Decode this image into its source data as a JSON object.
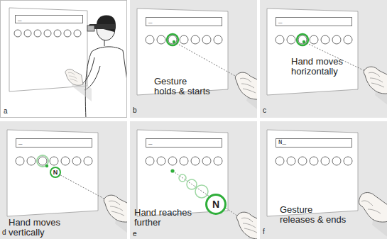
{
  "diagram": {
    "nodes": [
      {
        "text": [
          "_"
        ]
      },
      {
        "text": [
          "_"
        ]
      },
      {
        "text": [
          "_"
        ]
      },
      {
        "text": [
          "_"
        ]
      },
      {
        "text": [
          "N"
        ]
      },
      {
        "text": [
          "_"
        ]
      },
      {
        "text": [
          "N"
        ]
      },
      {
        "text": [
          "N_"
        ]
      }
    ],
    "labels": [
      "a",
      "b",
      "Gesture holds & starts",
      "c",
      "Hand moves horizontally",
      "d",
      "Hand moves vertically",
      "e",
      "Hand reaches further",
      "f",
      "Gesture releases & ends"
    ]
  }
}
